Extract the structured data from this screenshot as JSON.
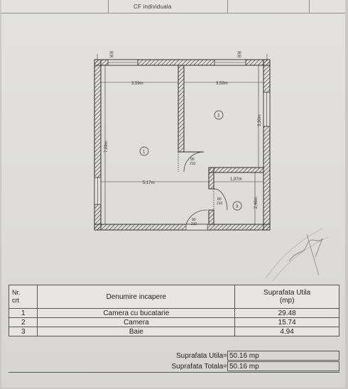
{
  "header": {
    "cf_label": "CF individuala"
  },
  "plan": {
    "dimensions": {
      "top_left": "3,59m",
      "top_right": "3,59m",
      "left_height": "7,09m",
      "right_height": "3,30m",
      "bottom_width": "5,17m",
      "bath_width": "1,97m",
      "bath_height": "2,46m"
    },
    "room_numbers": [
      "1",
      "2",
      "3"
    ],
    "corner_marks": [
      "30\n30",
      "30\n30"
    ],
    "doors": [
      {
        "w": "90",
        "h": "210"
      },
      {
        "w": "80",
        "h": "210"
      },
      {
        "w": "90",
        "h": "210"
      }
    ]
  },
  "table": {
    "col_nr": "Nr.\ncrt",
    "col_name": "Denumire incapere",
    "col_area": "Suprafata Utila",
    "col_area_unit": "(mp)",
    "rows": [
      {
        "nr": "1",
        "name": "Camera cu bucatarie",
        "area": "29.48"
      },
      {
        "nr": "2",
        "name": "Camera",
        "area": "15.74"
      },
      {
        "nr": "3",
        "name": "Baie",
        "area": "4.94"
      }
    ]
  },
  "totals": {
    "util_label": "Suprafata Utila=",
    "util_value": "50.16 mp",
    "total_label": "Suprafata Totala=",
    "total_value": "50.16 mp"
  }
}
